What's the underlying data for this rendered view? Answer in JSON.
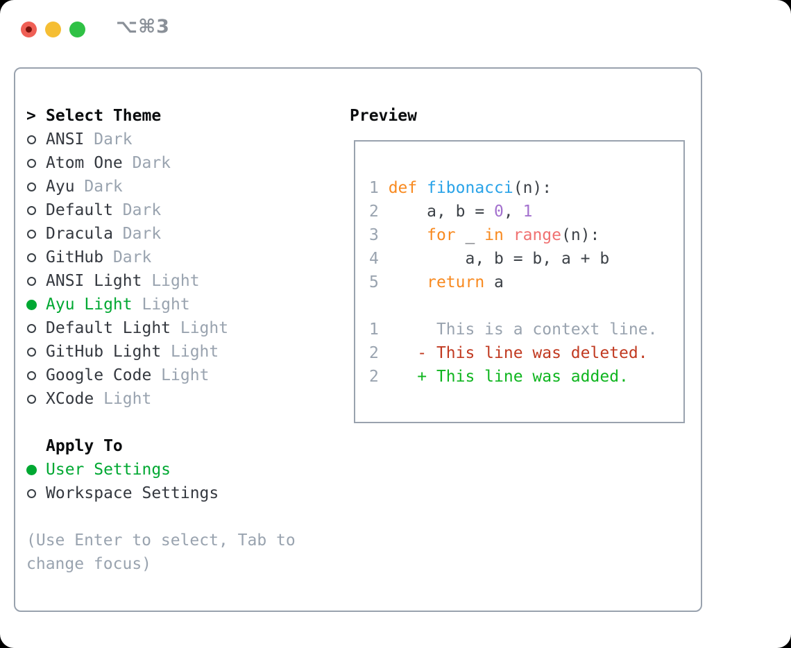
{
  "titlebar": {
    "shortcut": "⌥⌘3",
    "buttons": [
      "close",
      "minimize",
      "zoom"
    ]
  },
  "theme_panel": {
    "prompt": ">",
    "title": "Select Theme",
    "items": [
      {
        "name": "ANSI",
        "variant": "Dark",
        "selected": false
      },
      {
        "name": "Atom One",
        "variant": "Dark",
        "selected": false
      },
      {
        "name": "Ayu",
        "variant": "Dark",
        "selected": false
      },
      {
        "name": "Default",
        "variant": "Dark",
        "selected": false
      },
      {
        "name": "Dracula",
        "variant": "Dark",
        "selected": false
      },
      {
        "name": "GitHub",
        "variant": "Dark",
        "selected": false
      },
      {
        "name": "ANSI Light",
        "variant": "Light",
        "selected": false
      },
      {
        "name": "Ayu Light",
        "variant": "Light",
        "selected": true
      },
      {
        "name": "Default Light",
        "variant": "Light",
        "selected": false
      },
      {
        "name": "GitHub Light",
        "variant": "Light",
        "selected": false
      },
      {
        "name": "Google Code",
        "variant": "Light",
        "selected": false
      },
      {
        "name": "XCode",
        "variant": "Light",
        "selected": false
      }
    ],
    "apply_to": {
      "title": "Apply To",
      "options": [
        {
          "label": "User Settings",
          "selected": true
        },
        {
          "label": "Workspace Settings",
          "selected": false
        }
      ]
    },
    "hint": "(Use Enter to select, Tab to change focus)"
  },
  "preview": {
    "title": "Preview",
    "lines": [
      {
        "segs": [
          [
            "1 ",
            "ln"
          ],
          [
            "def ",
            "kw"
          ],
          [
            "fibonacci",
            "fn"
          ],
          [
            "(n):",
            "df"
          ]
        ]
      },
      {
        "segs": [
          [
            "2 ",
            "ln"
          ],
          [
            "    a, b = ",
            "df"
          ],
          [
            "0",
            "num"
          ],
          [
            ", ",
            "df"
          ],
          [
            "1",
            "num"
          ]
        ]
      },
      {
        "segs": [
          [
            "3 ",
            "ln"
          ],
          [
            "    ",
            "df"
          ],
          [
            "for",
            "kw"
          ],
          [
            " _ ",
            "df"
          ],
          [
            "in",
            "kw"
          ],
          [
            " ",
            "df"
          ],
          [
            "range",
            "rng"
          ],
          [
            "(n):",
            "df"
          ]
        ]
      },
      {
        "segs": [
          [
            "4 ",
            "ln"
          ],
          [
            "        a, b = b, a + b",
            "df"
          ]
        ]
      },
      {
        "segs": [
          [
            "5 ",
            "ln"
          ],
          [
            "    ",
            "df"
          ],
          [
            "return",
            "kw"
          ],
          [
            " a",
            "df"
          ]
        ]
      },
      {
        "segs": []
      },
      {
        "segs": [
          [
            "1 ",
            "ln"
          ],
          [
            "     This is a context line.",
            "ctx"
          ]
        ]
      },
      {
        "segs": [
          [
            "2 ",
            "ln"
          ],
          [
            "   ",
            "df"
          ],
          [
            "- This line was deleted.",
            "del"
          ]
        ]
      },
      {
        "segs": [
          [
            "2 ",
            "ln"
          ],
          [
            "   ",
            "df"
          ],
          [
            "+ This line was added.",
            "add"
          ]
        ]
      }
    ]
  },
  "colors": {
    "accent_green": "#00A832",
    "muted": "#99A3AF",
    "text": "#34383F",
    "heading": "#0A0C0E",
    "border": "#99A2AE",
    "code_default": "#3C4147",
    "keyword_orange": "#F88A20",
    "function_blue": "#29A3E8",
    "number_purple": "#A371CE",
    "builtin_salmon": "#F07171",
    "diff_red": "#C13A21",
    "diff_green": "#0FB51F",
    "traffic_red": "#EF5F55",
    "traffic_red_dot": "#7A120B",
    "traffic_yellow": "#F5BE34",
    "traffic_green": "#2FC145",
    "shortcut_gray": "#8A9098"
  }
}
